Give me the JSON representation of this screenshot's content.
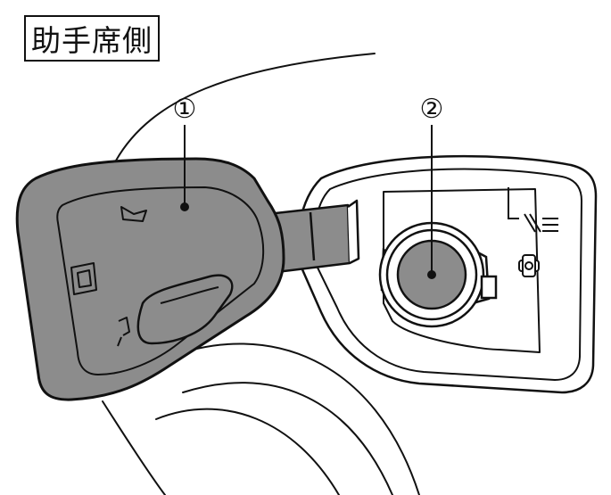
{
  "title": "助手席側",
  "callouts": [
    {
      "label": "①",
      "part": "fuel-door"
    },
    {
      "label": "②",
      "part": "fuel-cap"
    }
  ],
  "colors": {
    "line": "#111111",
    "door_fill": "#8c8c8c",
    "cap_fill": "#8c8c8c",
    "background": "#ffffff"
  }
}
